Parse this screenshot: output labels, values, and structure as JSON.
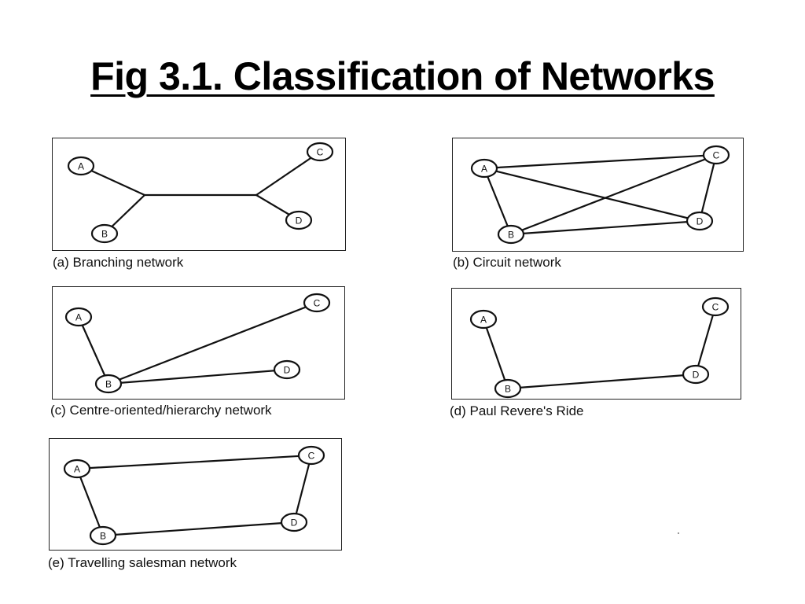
{
  "title": "Fig 3.1. Classification of Networks",
  "panels": [
    {
      "id": "a",
      "caption": "(a) Branching network",
      "nodes": [
        {
          "id": "A",
          "label": "A"
        },
        {
          "id": "B",
          "label": "B"
        },
        {
          "id": "C",
          "label": "C"
        },
        {
          "id": "D",
          "label": "D"
        }
      ],
      "edges": [
        [
          "A",
          "J1"
        ],
        [
          "B",
          "J1"
        ],
        [
          "J1",
          "J2"
        ],
        [
          "J2",
          "C"
        ],
        [
          "J2",
          "D"
        ]
      ]
    },
    {
      "id": "b",
      "caption": "(b) Circuit network",
      "nodes": [
        {
          "id": "A",
          "label": "A"
        },
        {
          "id": "B",
          "label": "B"
        },
        {
          "id": "C",
          "label": "C"
        },
        {
          "id": "D",
          "label": "D"
        }
      ],
      "edges": [
        [
          "A",
          "C"
        ],
        [
          "A",
          "D"
        ],
        [
          "A",
          "B"
        ],
        [
          "B",
          "C"
        ],
        [
          "B",
          "D"
        ],
        [
          "C",
          "D"
        ]
      ]
    },
    {
      "id": "c",
      "caption": "(c) Centre-oriented/hierarchy network",
      "nodes": [
        {
          "id": "A",
          "label": "A"
        },
        {
          "id": "B",
          "label": "B"
        },
        {
          "id": "C",
          "label": "C"
        },
        {
          "id": "D",
          "label": "D"
        }
      ],
      "edges": [
        [
          "A",
          "B"
        ],
        [
          "B",
          "C"
        ],
        [
          "B",
          "D"
        ]
      ]
    },
    {
      "id": "d",
      "caption": "(d) Paul Revere's Ride",
      "nodes": [
        {
          "id": "A",
          "label": "A"
        },
        {
          "id": "B",
          "label": "B"
        },
        {
          "id": "C",
          "label": "C"
        },
        {
          "id": "D",
          "label": "D"
        }
      ],
      "edges": [
        [
          "A",
          "B"
        ],
        [
          "B",
          "D"
        ],
        [
          "D",
          "C"
        ]
      ]
    },
    {
      "id": "e",
      "caption": "(e) Travelling salesman network",
      "nodes": [
        {
          "id": "A",
          "label": "A"
        },
        {
          "id": "B",
          "label": "B"
        },
        {
          "id": "C",
          "label": "C"
        },
        {
          "id": "D",
          "label": "D"
        }
      ],
      "edges": [
        [
          "A",
          "C"
        ],
        [
          "A",
          "B"
        ],
        [
          "B",
          "D"
        ],
        [
          "D",
          "C"
        ]
      ]
    }
  ]
}
